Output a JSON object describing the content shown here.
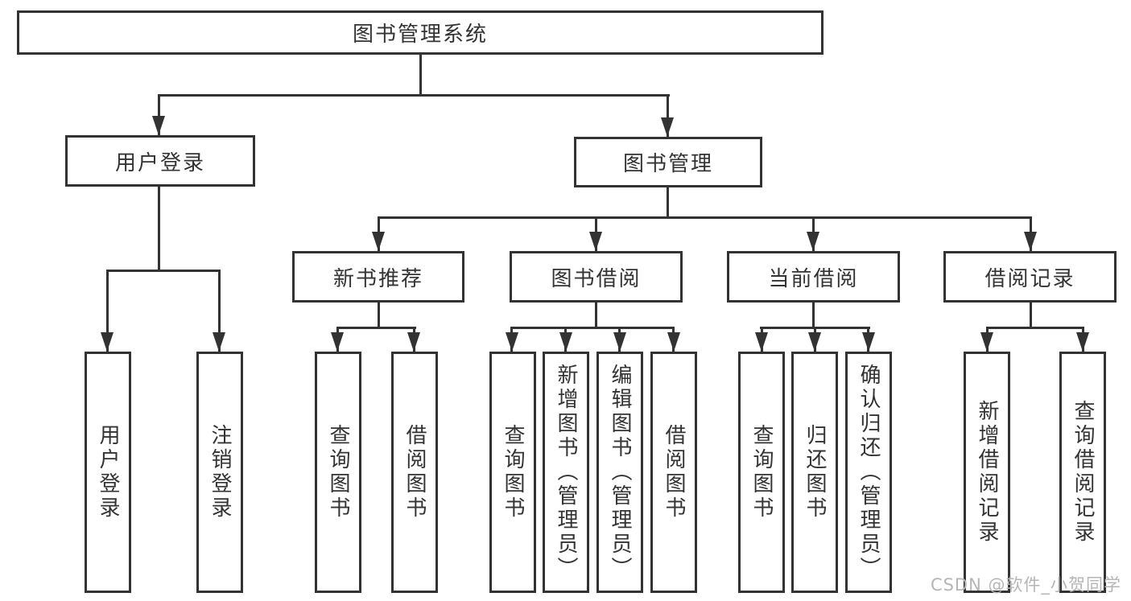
{
  "diagram": {
    "root": {
      "label": "图书管理系统"
    },
    "branches": [
      {
        "label": "用户登录",
        "children": [
          {
            "label": "用户登录"
          },
          {
            "label": "注销登录"
          }
        ]
      },
      {
        "label": "图书管理",
        "children": [
          {
            "label": "新书推荐",
            "children": [
              {
                "label": "查询图书"
              },
              {
                "label": "借阅图书"
              }
            ]
          },
          {
            "label": "图书借阅",
            "children": [
              {
                "label": "查询图书"
              },
              {
                "label": "新增图书（管理员）"
              },
              {
                "label": "编辑图书（管理员）"
              },
              {
                "label": "借阅图书"
              }
            ]
          },
          {
            "label": "当前借阅",
            "children": [
              {
                "label": "查询图书"
              },
              {
                "label": "归还图书"
              },
              {
                "label": "确认归还（管理员）"
              }
            ]
          },
          {
            "label": "借阅记录",
            "children": [
              {
                "label": "新增借阅记录"
              },
              {
                "label": "查询借阅记录"
              }
            ]
          }
        ]
      }
    ]
  },
  "watermark": {
    "text": "CSDN @软件_小贺同学"
  },
  "colors": {
    "line": "#333333",
    "text": "#333333",
    "background": "#ffffff",
    "watermark": "#b5b5b5"
  }
}
